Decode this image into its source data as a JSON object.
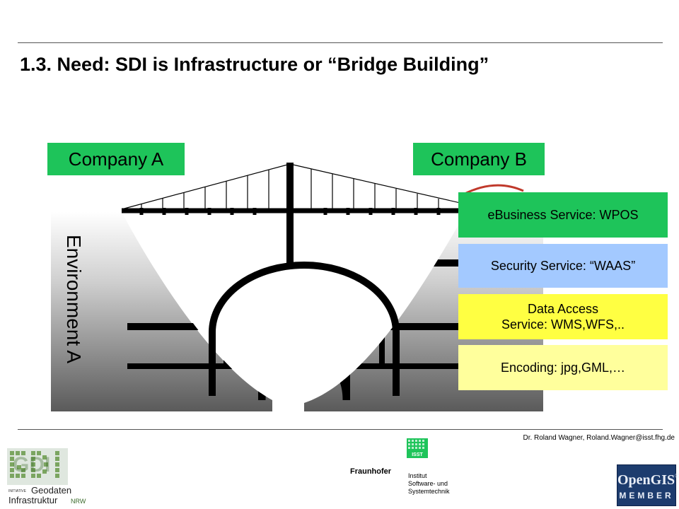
{
  "slide": {
    "title": "1.3. Need: SDI is Infrastructure or “Bridge Building”"
  },
  "companies": {
    "a": "Company A",
    "b": "Company B"
  },
  "environment": {
    "a": "Environment A"
  },
  "services": [
    {
      "label": "eBusiness Service: WPOS",
      "color": "#1ec45a"
    },
    {
      "label": "Security Service: “WAAS”",
      "color": "#a3c9ff"
    },
    {
      "label": "Data Access\nService: WMS,WFS,..",
      "color": "#ffff42"
    },
    {
      "label": "Encoding: jpg,GML,…",
      "color": "#ffff9c"
    }
  ],
  "footer": {
    "author": "Dr. Roland Wagner, Roland.Wagner@isst.fhg.de",
    "fraunhofer": "Fraunhofer",
    "isst_badge": "ISST",
    "institute_lines": [
      "Institut",
      "Software- und",
      "Systemtechnik"
    ],
    "gdi_logo": {
      "letters": "GDI",
      "initiative": "INITIATIVE",
      "line1": "Geodaten",
      "line2": "Infrastruktur",
      "region": "NRW"
    },
    "opengis": {
      "name": "OpenGIS",
      "reg": "®",
      "member": "MEMBER"
    }
  }
}
